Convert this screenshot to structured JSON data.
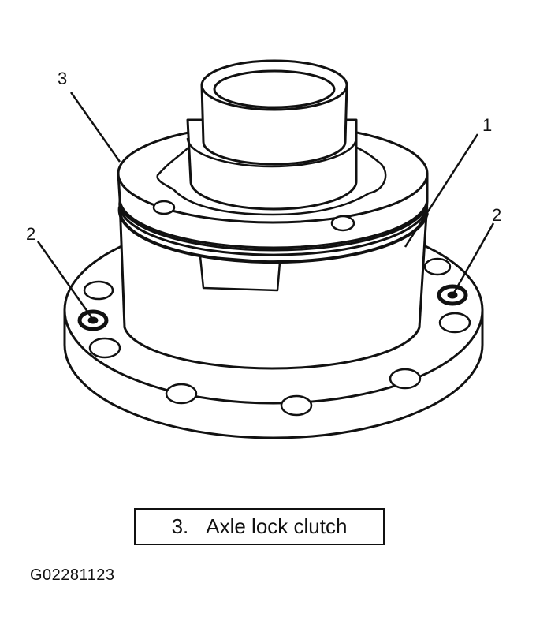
{
  "callouts": [
    {
      "number": "1"
    },
    {
      "number": "2"
    },
    {
      "number": "2"
    },
    {
      "number": "3"
    }
  ],
  "legend": {
    "number": "3.",
    "text": "Axle lock clutch"
  },
  "figure_id": "G02281123",
  "colors": {
    "ink": "#111111",
    "paper": "#ffffff"
  }
}
